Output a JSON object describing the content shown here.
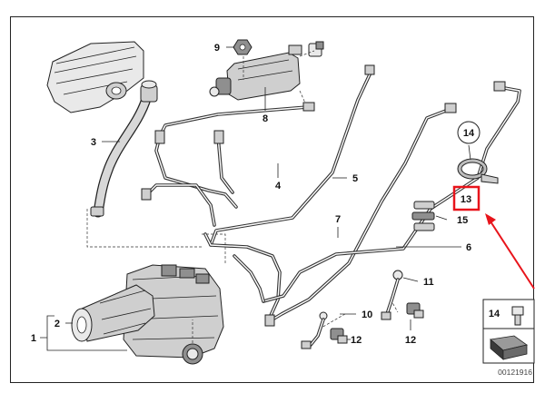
{
  "diagram": {
    "callouts": {
      "c1": "1",
      "c2": "2",
      "c3": "3",
      "c4": "4",
      "c5": "5",
      "c6": "6",
      "c7": "7",
      "c8": "8",
      "c9": "9",
      "c10": "10",
      "c11": "11",
      "c12a": "12",
      "c12b": "12",
      "c13": "13",
      "c14": "14",
      "c15": "15"
    },
    "legend_box_number": "14",
    "part_number": "00121916",
    "highlight_color": "#e8141b"
  }
}
